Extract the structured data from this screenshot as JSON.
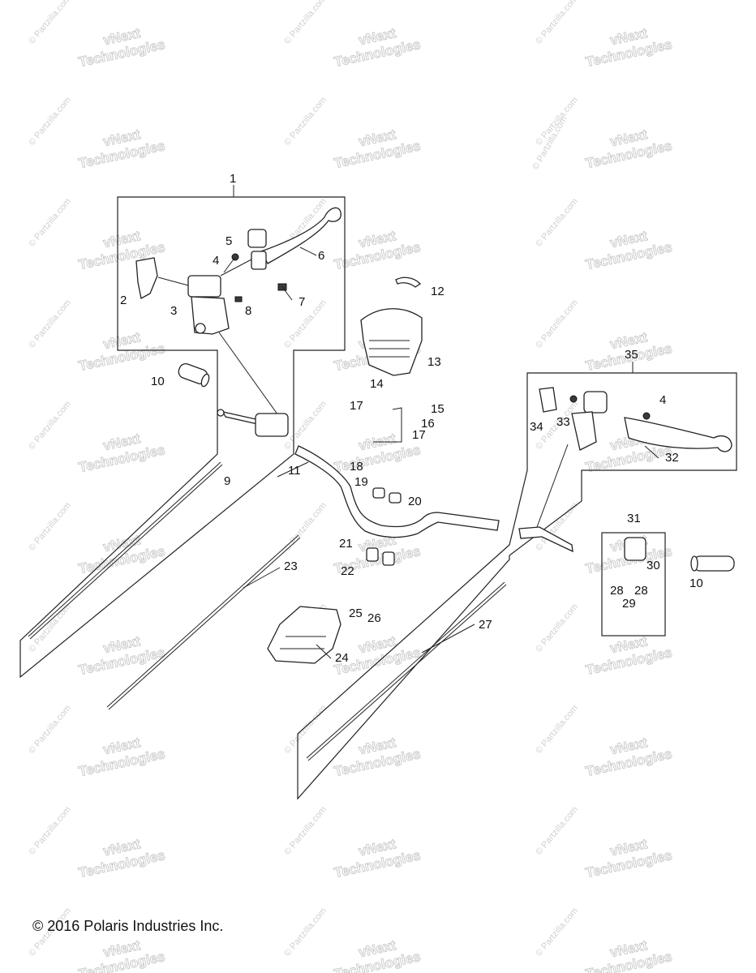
{
  "diagram": {
    "copyright": "© 2016 Polaris Industries Inc.",
    "corner_watermark": "© Partzilla.com",
    "watermark": {
      "brand_line1": "vNext",
      "brand_line2": "Technologies",
      "site": "© Partzilla.com"
    },
    "callouts": [
      "1",
      "2",
      "3",
      "4",
      "5",
      "6",
      "7",
      "8",
      "9",
      "10",
      "11",
      "12",
      "13",
      "14",
      "15",
      "16",
      "17",
      "17",
      "18",
      "19",
      "20",
      "21",
      "22",
      "23",
      "24",
      "25",
      "26",
      "27",
      "28",
      "28",
      "29",
      "30",
      "31",
      "32",
      "33",
      "34",
      "35",
      "4",
      "10"
    ]
  }
}
